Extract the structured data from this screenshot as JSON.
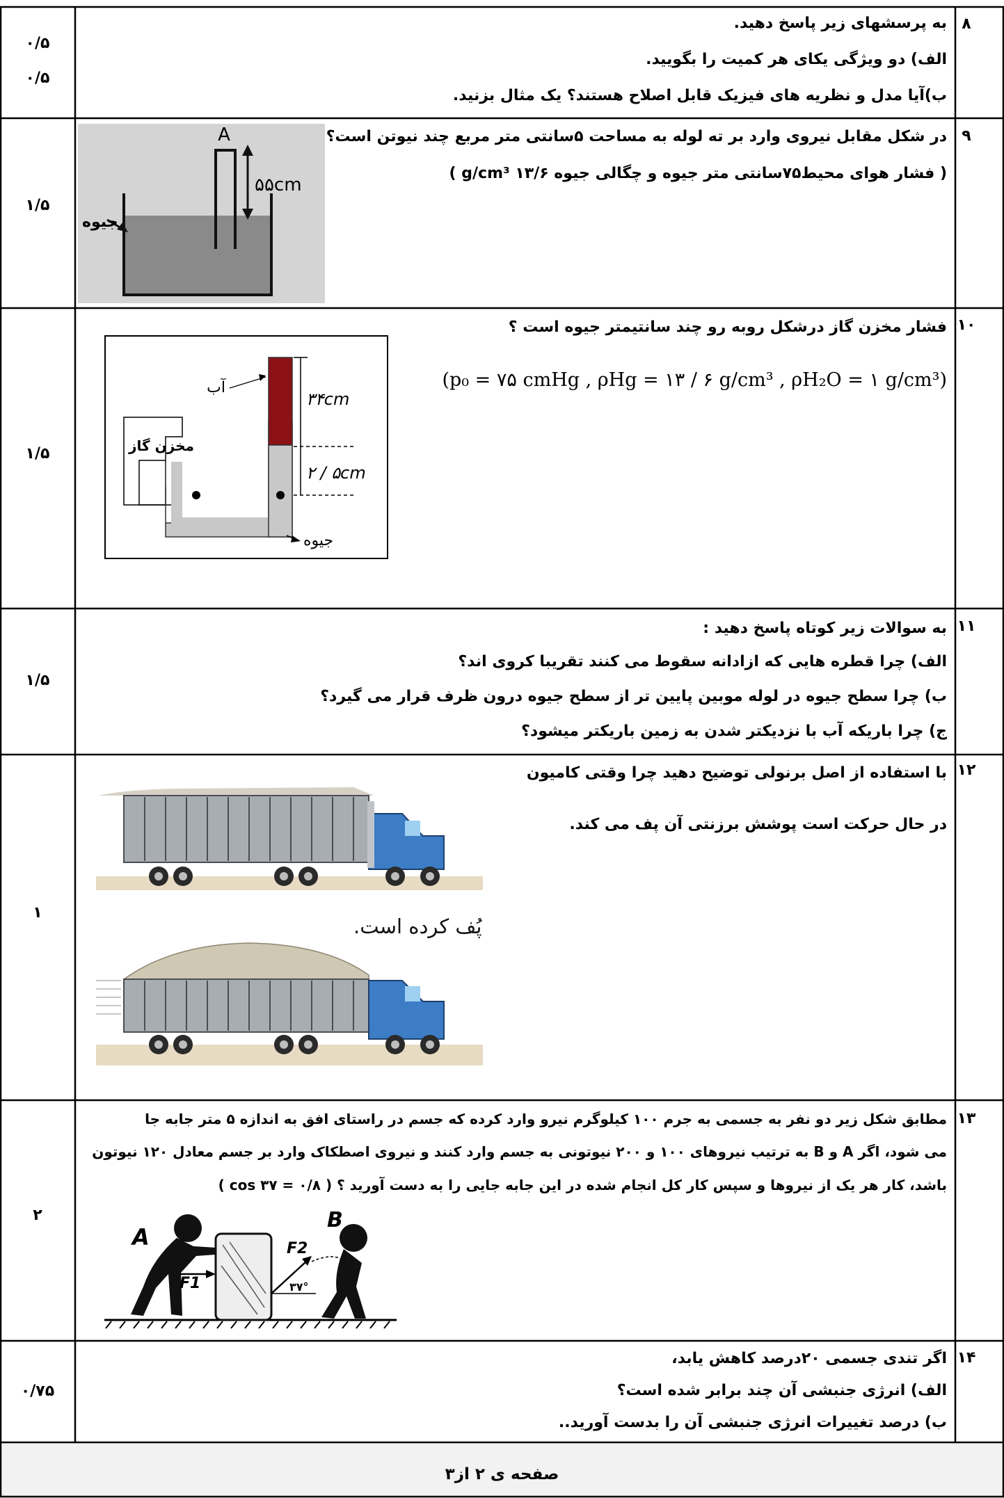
{
  "q8": {
    "num": "۸",
    "score_a": "۰/۵",
    "score_b": "۰/۵",
    "lines": [
      "به پرسشهای زیر پاسخ دهید.",
      "الف) دو ویژگی یکای هر کمیت را بگویید.",
      "ب)آیا  مدل و  نظریه های فیزیک قابل اصلاح هستند؟ یک مثال بزنید."
    ]
  },
  "q9": {
    "num": "۹",
    "score": "۱/۵",
    "lines": [
      "در شکل مقابل نیروی وارد بر ته لوله به مساحت ۵سانتی متر مربع چند نیوتن است؟",
      "( فشار هوای محیط۷۵سانتی متر جیوه و چگالی جیوه ۱۳/۶ g/cm³ )"
    ],
    "figure": {
      "label_a": "A",
      "label_len": "۵۵cm",
      "label_hg": "جیوه"
    }
  },
  "q10": {
    "num": "۱۰",
    "score": "۱/۵",
    "line": "فشار مخزن گاز درشکل روبه رو چند سانتیمتر جیوه است ؟",
    "formula": "(p₀ = ۷۵ cmHg , ρHg = ۱۳ / ۶ g/cm³ , ρH₂O = ۱ g/cm³)",
    "figure": {
      "water": "آب",
      "len_water": "۳۴cm",
      "tank": "مخزن گاز",
      "len_hg": "۲ / ۵cm",
      "mercury": "جیوه"
    }
  },
  "q11": {
    "num": "۱۱",
    "score": "۱/۵",
    "lines": [
      "به سوالات زیر کوتاه پاسخ دهید :",
      "الف) چرا قطره هایی که ازادانه سقوط می کنند تقریبا کروی اند؟",
      "ب) چرا سطح جیوه در لوله موبین پایین تر از سطح جیوه درون ظرف قرار می گیرد؟",
      "ج) چرا باریکه آب با نزدیکتر شدن به زمین باریکتر میشود؟"
    ]
  },
  "q12": {
    "num": "۱۲",
    "score": "۱",
    "lines": [
      "با استفاده از اصل برنولی توضیح دهید چرا وقتی کامیون",
      "در حال حرکت است پوشش برزنتی آن پف می کند."
    ],
    "figure": {
      "caption": "پوشش برزنتی پُف کرده است."
    }
  },
  "q13": {
    "num": "۱۳",
    "score": "۲",
    "lines": [
      "مطابق شکل زیر دو نفر به جسمی به جرم ۱۰۰ کیلوگرم نیرو وارد کرده که جسم در راستای افق به اندازه ۵ متر جابه جا",
      "می شود، اگر A و B به ترتیب نیروهای ۱۰۰ و ۲۰۰ نیوتونی به جسم وارد کنند و نیروی اصطکاک وارد بر جسم معادل ۱۲۰ نیوتون",
      "باشد، کار هر یک از نیروها و سپس کار کل انجام شده در این جابه جایی را به دست آورید ؟ ( cos ۳۷ = ۰/۸ )"
    ],
    "figure": {
      "label_a": "A",
      "label_b": "B",
      "f1": "F1",
      "f2": "F2",
      "angle": "۳۷°"
    }
  },
  "q14": {
    "num": "۱۴",
    "score": "۰/۷۵",
    "lines": [
      "اگر تندی جسمی ۲۰درصد کاهش یابد،",
      "الف) انرژی جنبشی آن چند برابر شده است؟",
      "ب) درصد تغییرات انرژی جنبشی آن را بدست آورید.."
    ]
  },
  "footer": {
    "page": "صفحه ی ۲ از۳"
  }
}
